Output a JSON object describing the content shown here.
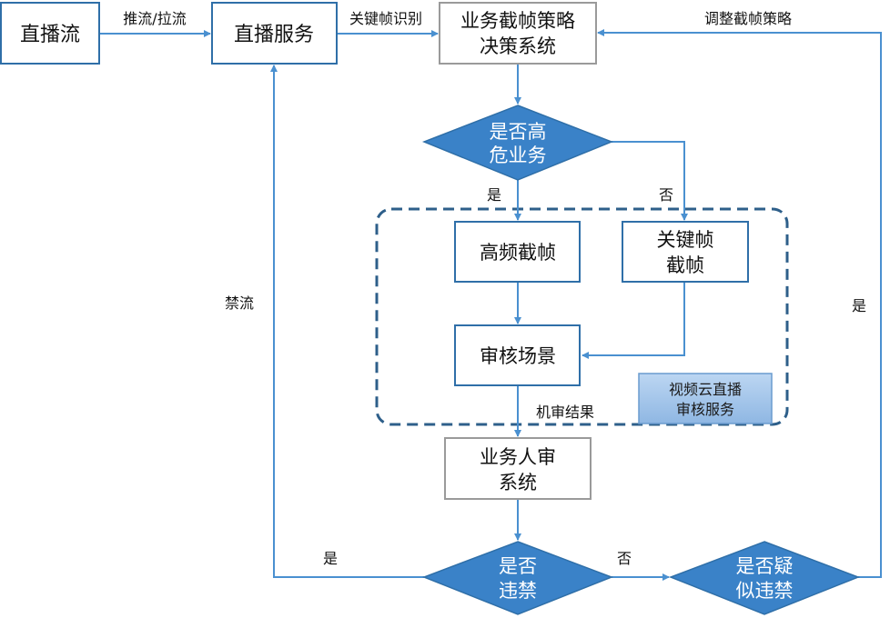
{
  "nodes": {
    "live_stream": "直播流",
    "live_service": "直播服务",
    "strategy_system": [
      "业务截帧策略",
      "决策系统"
    ],
    "high_risk": [
      "是否高",
      "危业务"
    ],
    "high_freq": "高频截帧",
    "keyframe": [
      "关键帧",
      "截帧"
    ],
    "review_scene": "审核场景",
    "cloud_review": [
      "视频云直播",
      "审核服务"
    ],
    "human_review": [
      "业务人审",
      "系统"
    ],
    "violation": [
      "是否",
      "违禁"
    ],
    "suspect": [
      "是否疑",
      "似违禁"
    ]
  },
  "edges": {
    "push_pull": "推流/拉流",
    "keyframe_detect": "关键帧识别",
    "adjust_strategy": "调整截帧策略",
    "yes_high_risk": "是",
    "no_high_risk": "否",
    "machine_result": "机审结果",
    "ban": "禁流",
    "yes_violation": "是",
    "no_violation": "否",
    "yes_suspect": "是"
  },
  "colors": {
    "line": "#4a90d0",
    "diamond": "#3a82c8",
    "box_border": "#2f6fa8",
    "gray_border": "#9a9a9a",
    "group_border": "#2e5f8a",
    "cloud_fill": "#a8c8ec"
  }
}
